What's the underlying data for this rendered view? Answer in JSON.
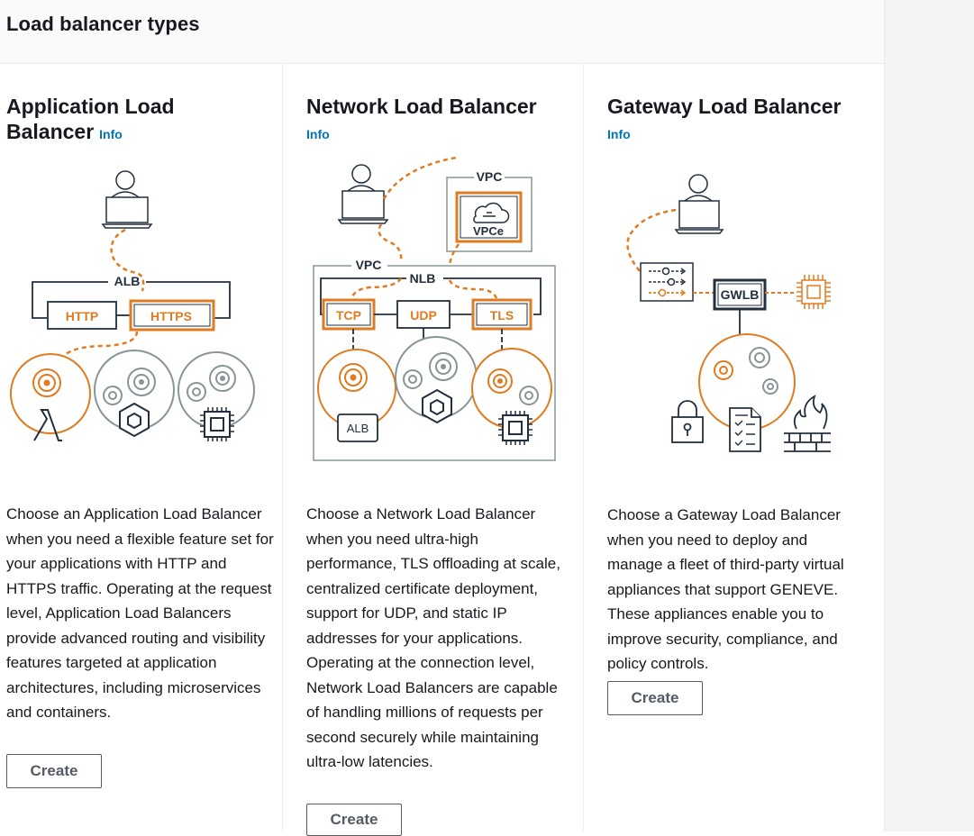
{
  "section": {
    "title": "Load balancer types"
  },
  "cards": [
    {
      "title": "Application Load Balancer",
      "info": "Info",
      "diagram": {
        "container_label": "ALB",
        "protocols": [
          "HTTP",
          "HTTPS"
        ]
      },
      "description": "Choose an Application Load Balancer when you need a flexible feature set for your applications with HTTP and HTTPS traffic. Operating at the request level, Application Load Balancers provide advanced routing and visibility features targeted at application architectures, including microservices and containers.",
      "button": "Create"
    },
    {
      "title": "Network Load Balancer",
      "info": "Info",
      "diagram": {
        "vpc_label": "VPC",
        "vpc_label_inner": "VPC",
        "endpoint_label": "VPCe",
        "nlb_label": "NLB",
        "protocols": [
          "TCP",
          "UDP",
          "TLS"
        ],
        "target_label": "ALB"
      },
      "description": "Choose a Network Load Balancer when you need ultra-high performance, TLS offloading at scale, centralized certificate deployment, support for UDP, and static IP addresses for your applications. Operating at the connection level, Network Load Balancers are capable of handling millions of requests per second securely while maintaining ultra-low latencies.",
      "button": "Create"
    },
    {
      "title": "Gateway Load Balancer",
      "info": "Info",
      "diagram": {
        "gwlb_label": "GWLB"
      },
      "description": "Choose a Gateway Load Balancer when you need to deploy and manage a fleet of third-party virtual appliances that support GENEVE. These appliances enable you to improve security, compliance, and policy controls.",
      "button": "Create"
    }
  ],
  "colors": {
    "accent": "#e07b20",
    "link": "#0073bb",
    "stroke": "#232f3e",
    "gray": "#879596"
  }
}
